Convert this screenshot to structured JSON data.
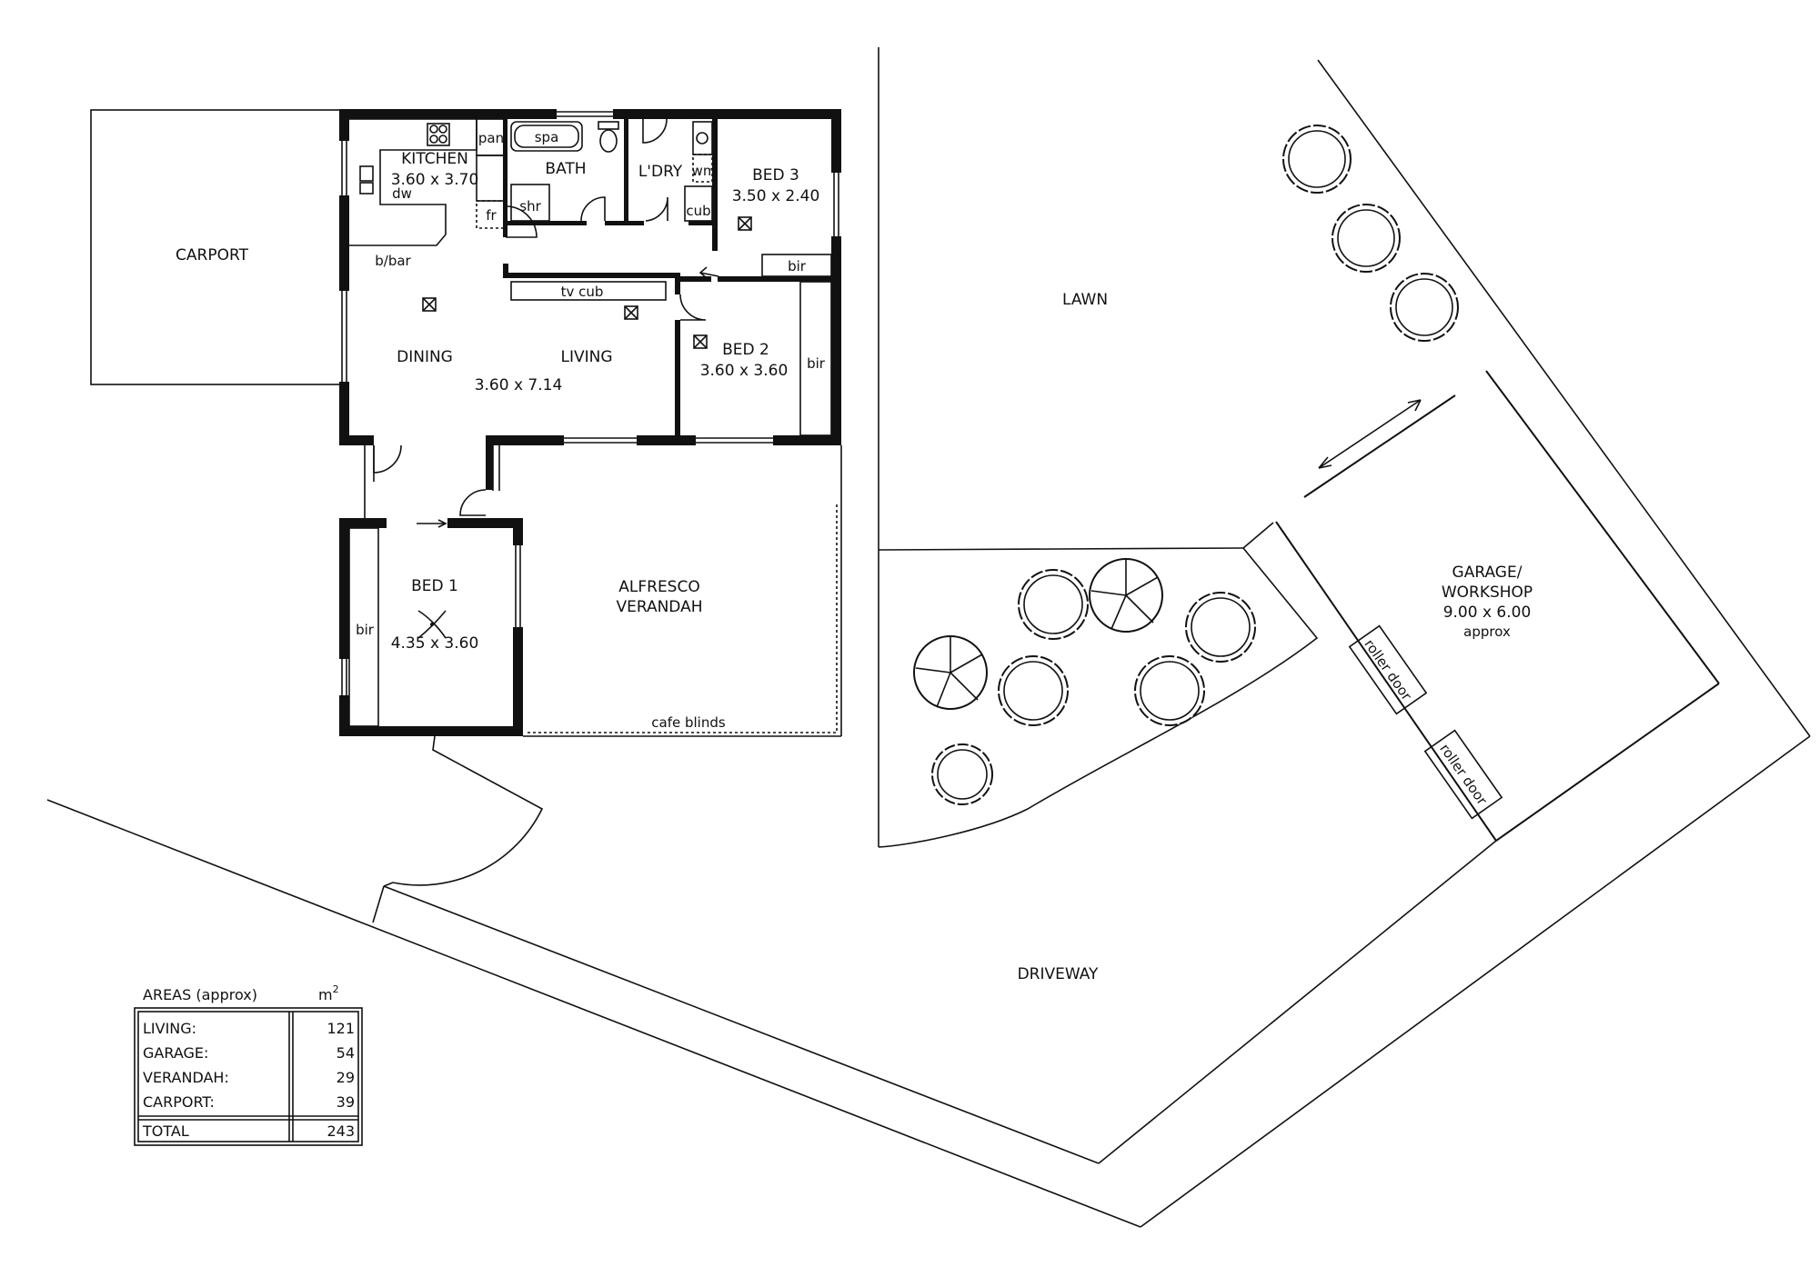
{
  "rooms": {
    "carport": "CARPORT",
    "kitchen_name": "KITCHEN",
    "kitchen_dim": "3.60 x 3.70",
    "pan": "pan",
    "dw": "dw",
    "fr": "fr",
    "bbar": "b/bar",
    "spa": "spa",
    "bath": "BATH",
    "shr": "shr",
    "ldry": "L'DRY",
    "wm": "wm",
    "cub": "cub",
    "bed3_name": "BED 3",
    "bed3_dim": "3.50 x 2.40",
    "bir_bed3": "bir",
    "tvcub": "tv cub",
    "dining": "DINING",
    "living": "LIVING",
    "living_dim": "3.60 x 7.14",
    "bed2_name": "BED 2",
    "bed2_dim": "3.60 x 3.60",
    "bir_bed2": "bir",
    "bed1_name": "BED 1",
    "bed1_dim": "4.35 x 3.60",
    "bir_bed1": "bir",
    "alfresco1": "ALFRESCO",
    "alfresco2": "VERANDAH",
    "cafe_blinds": "cafe blinds",
    "lawn": "LAWN",
    "garage1": "GARAGE/",
    "garage2": "WORKSHOP",
    "garage_dim": "9.00 x 6.00",
    "garage_approx": "approx",
    "roller_door_1": "roller door",
    "roller_door_2": "roller door",
    "driveway": "DRIVEWAY"
  },
  "areas": {
    "heading": "AREAS (approx)",
    "unit": "m",
    "unit_sup": "2",
    "rows": [
      {
        "label": "LIVING:",
        "value": "121"
      },
      {
        "label": "GARAGE:",
        "value": "54"
      },
      {
        "label": "VERANDAH:",
        "value": "29"
      },
      {
        "label": "CARPORT:",
        "value": "39"
      }
    ],
    "total_label": "TOTAL",
    "total_value": "243"
  }
}
